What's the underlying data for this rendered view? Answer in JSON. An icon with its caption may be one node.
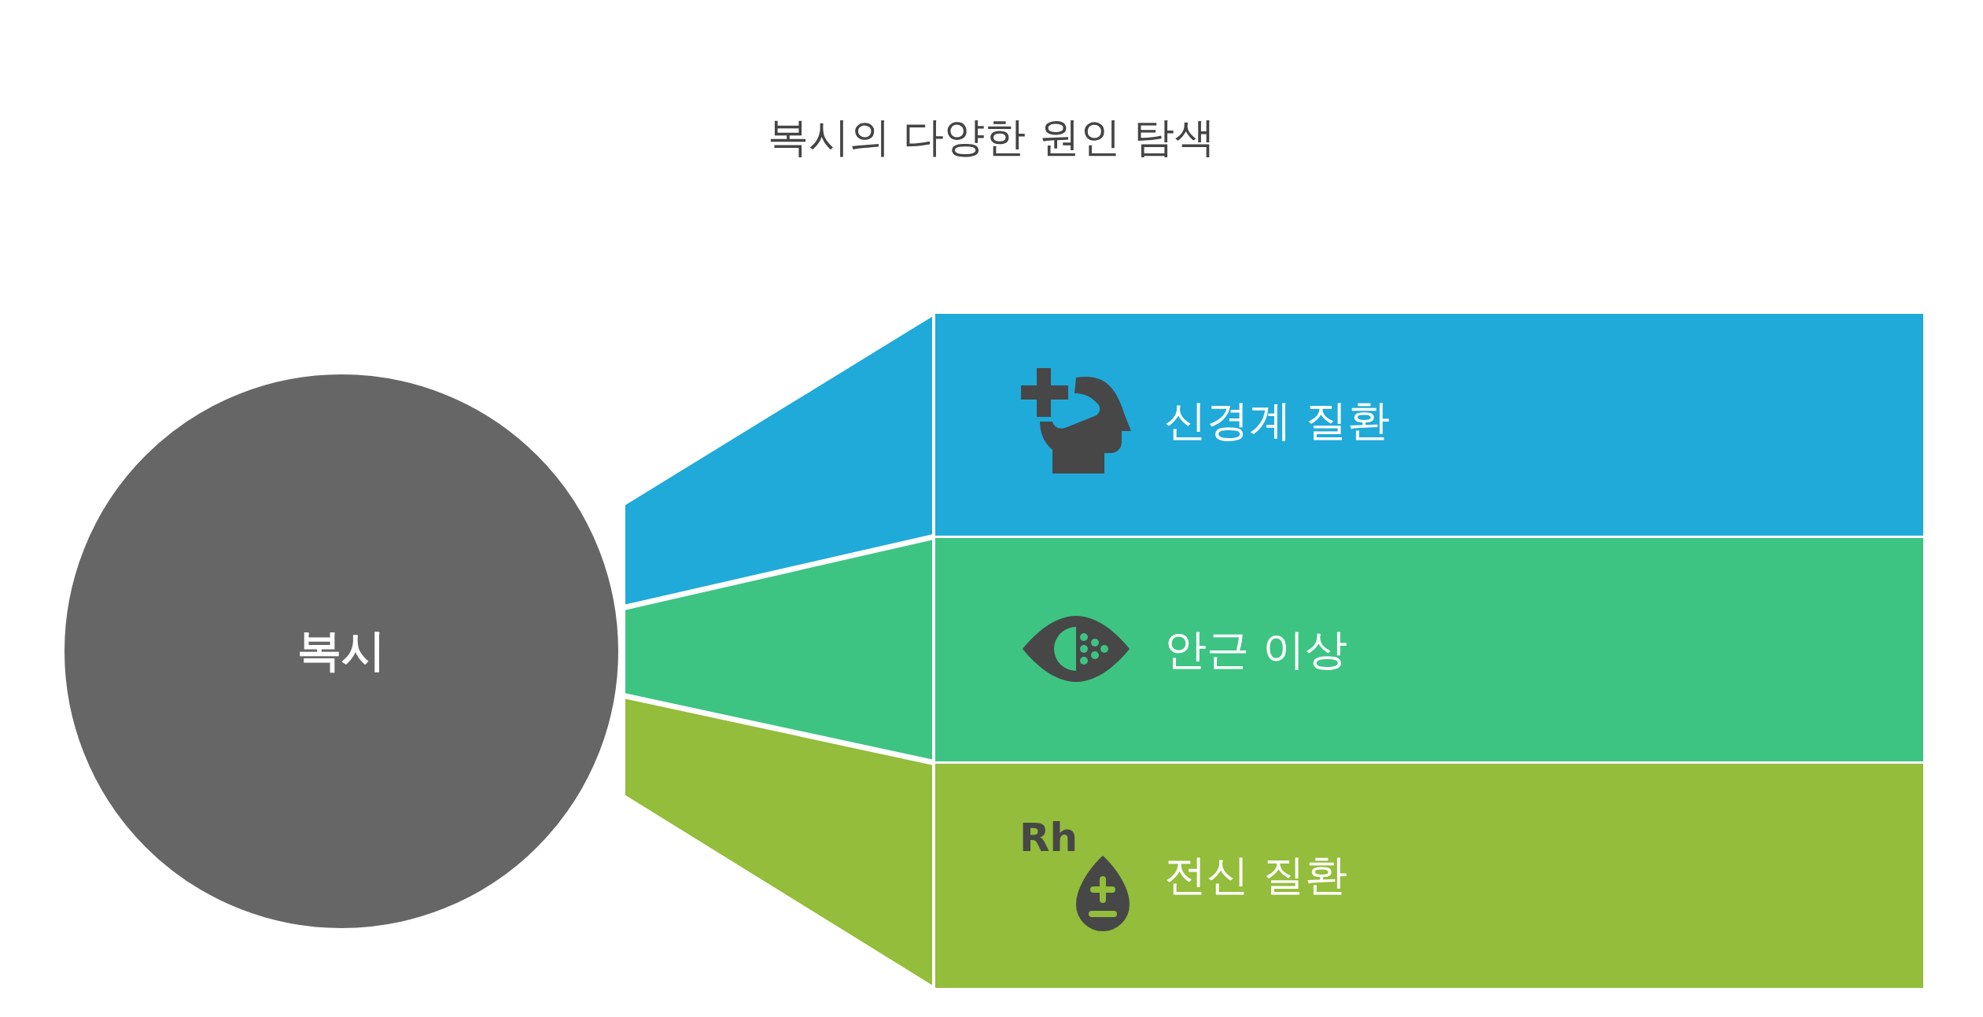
{
  "diagram": {
    "title": "복시의 다양한 원인 탐색",
    "nodes": [
      {
        "text": [
          "복시"
        ]
      },
      {
        "text": [
          "신경계 질환"
        ]
      },
      {
        "text": [
          "안근 이상"
        ]
      },
      {
        "text": [
          "전신 질환"
        ]
      }
    ],
    "labels": [
      "Rh"
    ]
  }
}
